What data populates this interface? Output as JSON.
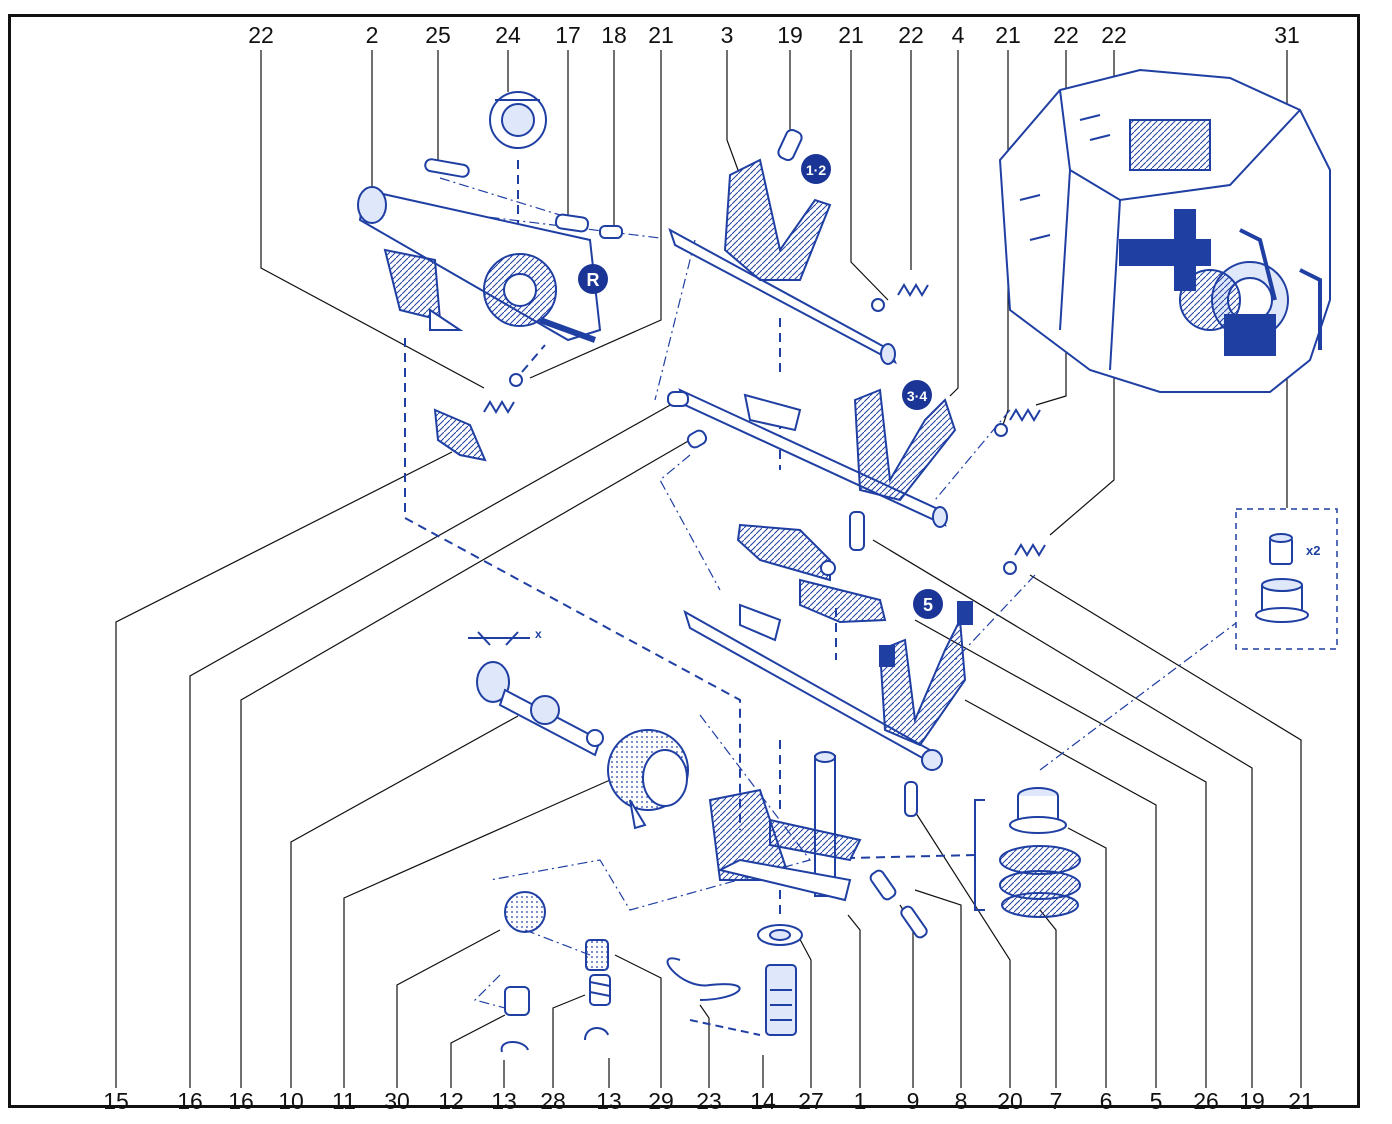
{
  "diagram": {
    "top_labels": [
      "22",
      "2",
      "25",
      "24",
      "17",
      "18",
      "21",
      "3",
      "19",
      "21",
      "22",
      "4",
      "21",
      "22",
      "22",
      "31"
    ],
    "bottom_labels": [
      "15",
      "16",
      "16",
      "10",
      "11",
      "30",
      "12",
      "13",
      "28",
      "13",
      "29",
      "23",
      "14",
      "27",
      "1",
      "9",
      "8",
      "20",
      "7",
      "6",
      "5",
      "26",
      "19",
      "21"
    ],
    "badges": {
      "r": "R",
      "g12": "1·2",
      "g34": "3·4",
      "g5": "5"
    },
    "inset": {
      "multiplier": "x2"
    },
    "dimension": {
      "x": "x"
    },
    "colors": {
      "line": "#1f3fa3",
      "fill_light": "#dfe7fb",
      "fill_mid": "#9fb3ee",
      "badge": "#1a3596",
      "text": "#111111"
    }
  }
}
